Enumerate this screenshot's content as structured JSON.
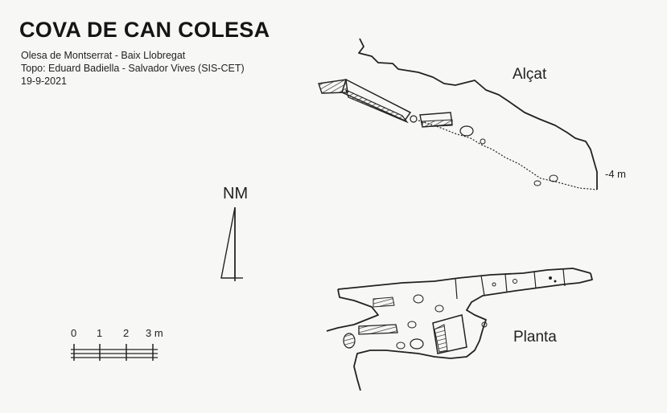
{
  "title": "COVA DE CAN COLESA",
  "location": "Olesa de Montserrat - Baix Llobregat",
  "topo": "Topo:  Eduard Badiella - Salvador Vives (SIS-CET)",
  "date": "19-9-2021",
  "elevation": {
    "label": "Alçat",
    "depth_label": "-4 m"
  },
  "plan": {
    "label": "Planta"
  },
  "north": {
    "label": "NM"
  },
  "scale": {
    "ticks": [
      "0",
      "1",
      "2",
      "3 m"
    ]
  },
  "colors": {
    "ink": "#222222",
    "paper": "#f7f7f5"
  }
}
